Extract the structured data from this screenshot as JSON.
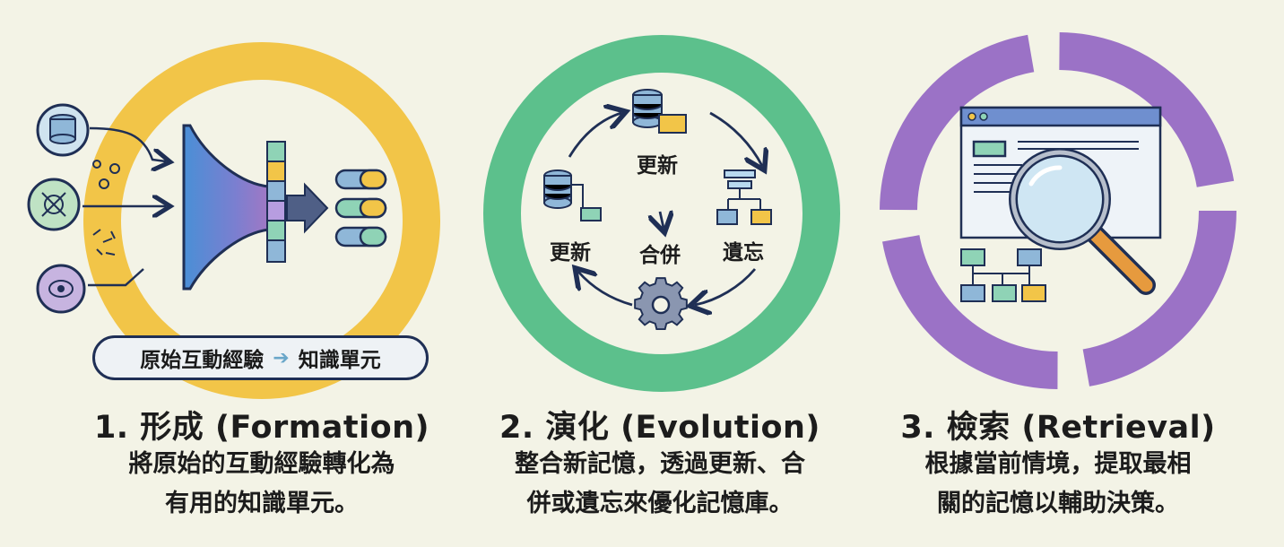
{
  "panels": [
    {
      "title": "1. 形成 (Formation)",
      "description_line1": "將原始的互動經驗轉化為",
      "description_line2": "有用的知識單元。",
      "pill_from": "原始互動經驗",
      "pill_to": "知識單元",
      "ring_color": "#f2c548"
    },
    {
      "title": "2. 演化 (Evolution)",
      "description_line1": "整合新記憶，透過更新、合",
      "description_line2": "併或遺忘來優化記憶庫。",
      "label_top": "更新",
      "label_left": "更新",
      "label_center": "合併",
      "label_right": "遺忘",
      "ring_color": "#5cc08c"
    },
    {
      "title": "3. 檢索 (Retrieval)",
      "description_line1": "根據當前情境，提取最相",
      "description_line2": "關的記憶以輔助決策。",
      "ring_color": "#9b72c6"
    }
  ],
  "icons": [
    "database-icon",
    "network-icon",
    "brain-icon",
    "eye-icon",
    "funnel-icon",
    "gear-icon",
    "magnifier-icon",
    "browser-window-icon",
    "folder-icon"
  ]
}
